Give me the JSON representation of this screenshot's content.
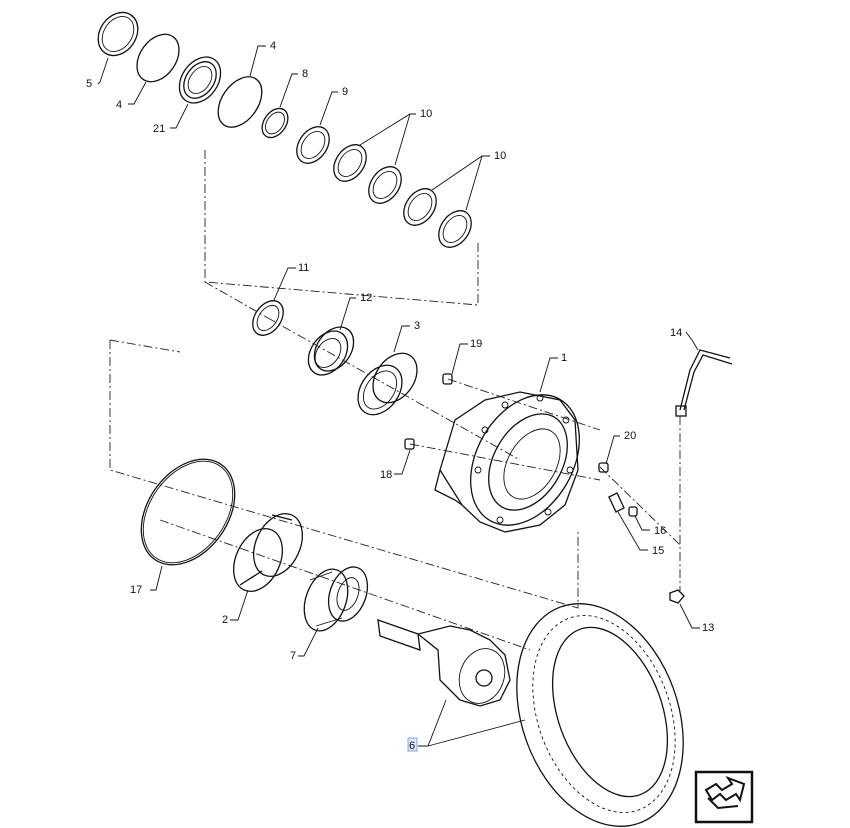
{
  "diagram": {
    "callouts": {
      "c5": "5",
      "c4a": "4",
      "c4b": "4",
      "c21": "21",
      "c8": "8",
      "c9": "9",
      "c10a": "10",
      "c10b": "10",
      "c11": "11",
      "c12": "12",
      "c3": "3",
      "c19": "19",
      "c1": "1",
      "c14": "14",
      "c20": "20",
      "c18": "18",
      "c16": "16",
      "c15": "15",
      "c17": "17",
      "c2": "2",
      "c7": "7",
      "c13": "13",
      "c6": "6"
    },
    "highlight_color": "#dbe6ff",
    "nav_icon": "next-page-arrow-icon"
  }
}
